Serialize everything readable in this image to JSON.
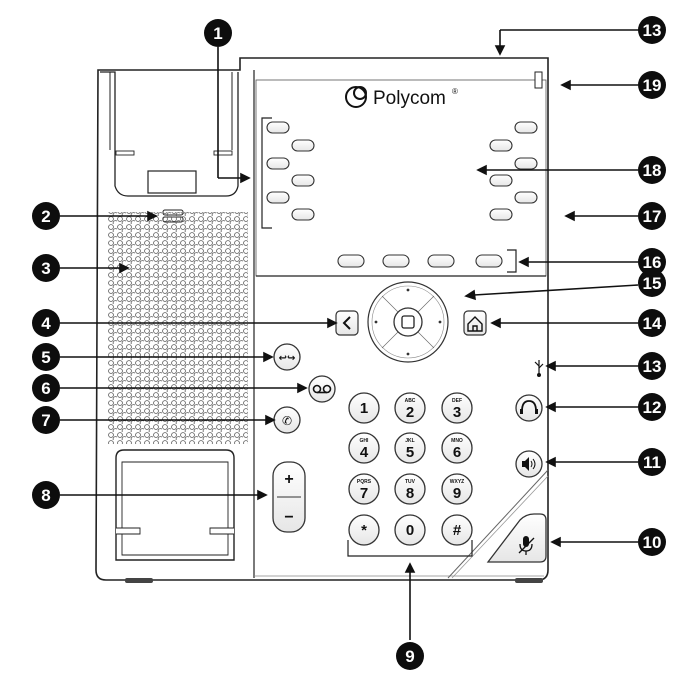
{
  "brand": {
    "logo_text": "Polycom",
    "logo_mark": "®"
  },
  "callouts": [
    "1",
    "2",
    "3",
    "4",
    "5",
    "6",
    "7",
    "8",
    "9",
    "10",
    "11",
    "12",
    "13",
    "13",
    "14",
    "15",
    "16",
    "17",
    "18",
    "19"
  ],
  "keypad": {
    "keys": [
      {
        "digit": "1",
        "letters": ""
      },
      {
        "digit": "2",
        "letters": "ABC"
      },
      {
        "digit": "3",
        "letters": "DEF"
      },
      {
        "digit": "4",
        "letters": "GHI"
      },
      {
        "digit": "5",
        "letters": "JKL"
      },
      {
        "digit": "6",
        "letters": "MNO"
      },
      {
        "digit": "7",
        "letters": "PQRS"
      },
      {
        "digit": "8",
        "letters": "TUV"
      },
      {
        "digit": "9",
        "letters": "WXYZ"
      },
      {
        "digit": "*",
        "letters": ""
      },
      {
        "digit": "0",
        "letters": ""
      },
      {
        "digit": "#",
        "letters": ""
      }
    ]
  },
  "volume": {
    "plus": "+",
    "minus": "−"
  },
  "icons": {
    "back": "chevron-left-icon",
    "home": "home-icon",
    "transfer": "transfer-icon",
    "messages": "voicemail-icon",
    "hold": "hold-icon",
    "headset": "headset-icon",
    "speaker": "speaker-icon",
    "mute": "mute-icon",
    "usb": "usb-icon",
    "nav_select": "select-icon"
  }
}
